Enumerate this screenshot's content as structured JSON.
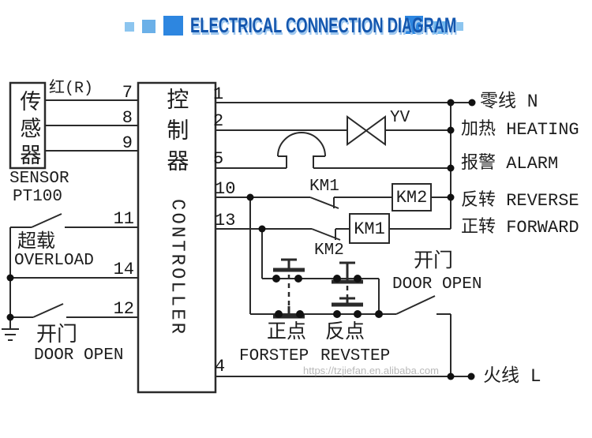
{
  "header": {
    "title": "ELECTRICAL CONNECTION DIAGRAM",
    "title_color": "#1356ae",
    "accent_blue": "#2d86e0",
    "accent_light_blue": "#7cbcee"
  },
  "sensor": {
    "box_label": "传感器",
    "caption": "SENSOR",
    "model": "PT100",
    "wire_label": "红(R)"
  },
  "controller": {
    "label_cn": "控制器",
    "label_en": "CONTROLLER"
  },
  "terminals": {
    "left": [
      "7",
      "8",
      "9",
      "11",
      "14",
      "12"
    ],
    "right": [
      "1",
      "2",
      "5",
      "10",
      "13",
      "4"
    ]
  },
  "left_side": {
    "overload_cn": "超载",
    "overload_en": "OVERLOAD",
    "door_cn": "开门",
    "door_en": "DOOR OPEN"
  },
  "right_side": {
    "neutral": "零线 N",
    "heating": "加热 HEATING",
    "alarm": "报警 ALARM",
    "reverse": "反转 REVERSE",
    "forward": "正转 FORWARD",
    "door_cn": "开门",
    "door_en": "DOOR OPEN",
    "live": "火线 L",
    "valve_label": "YV"
  },
  "relays": {
    "contact_top_label": "KM1",
    "contact_bottom_label": "KM2",
    "coil_reverse": "KM2",
    "coil_forward": "KM1"
  },
  "buttons": {
    "forstep_cn": "正点",
    "forstep_en": "FORSTEP",
    "revstep_cn": "反点",
    "revstep_en": "REVSTEP"
  },
  "watermark": "https://tzjiefan.en.alibaba.com"
}
